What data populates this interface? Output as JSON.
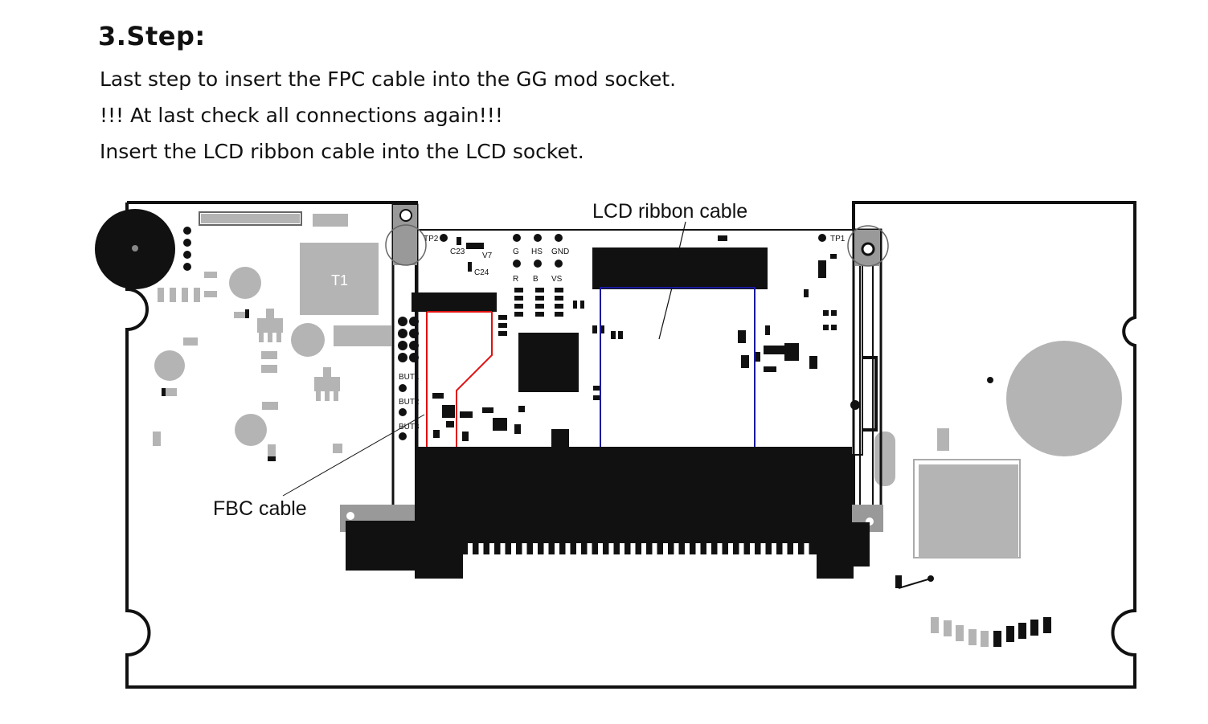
{
  "step_title": "3.Step:",
  "instructions": [
    "Last step to insert the FPC cable into the GG mod socket.",
    "!!! At last check all connections again!!!",
    "Insert the LCD ribbon cable into the LCD socket."
  ],
  "callouts": {
    "lcd_ribbon_cable": "LCD ribbon cable",
    "fbc_cable": "FBC cable"
  },
  "board_labels": {
    "t1": "T1",
    "tp1": "TP1",
    "tp2": "TP2",
    "c23": "C23",
    "c24": "C24",
    "v7": "V7",
    "g": "G",
    "hs": "HS",
    "gnd": "GND",
    "r": "R",
    "b": "B",
    "vs": "VS",
    "but1": "BUT1",
    "but2": "BUT2",
    "but3": "BUT3"
  },
  "colors": {
    "fpc_trace": "#e01010",
    "lcd_frame": "#1a1aa0",
    "silkscreen_gray": "#b4b4b4",
    "ink": "#111111"
  }
}
